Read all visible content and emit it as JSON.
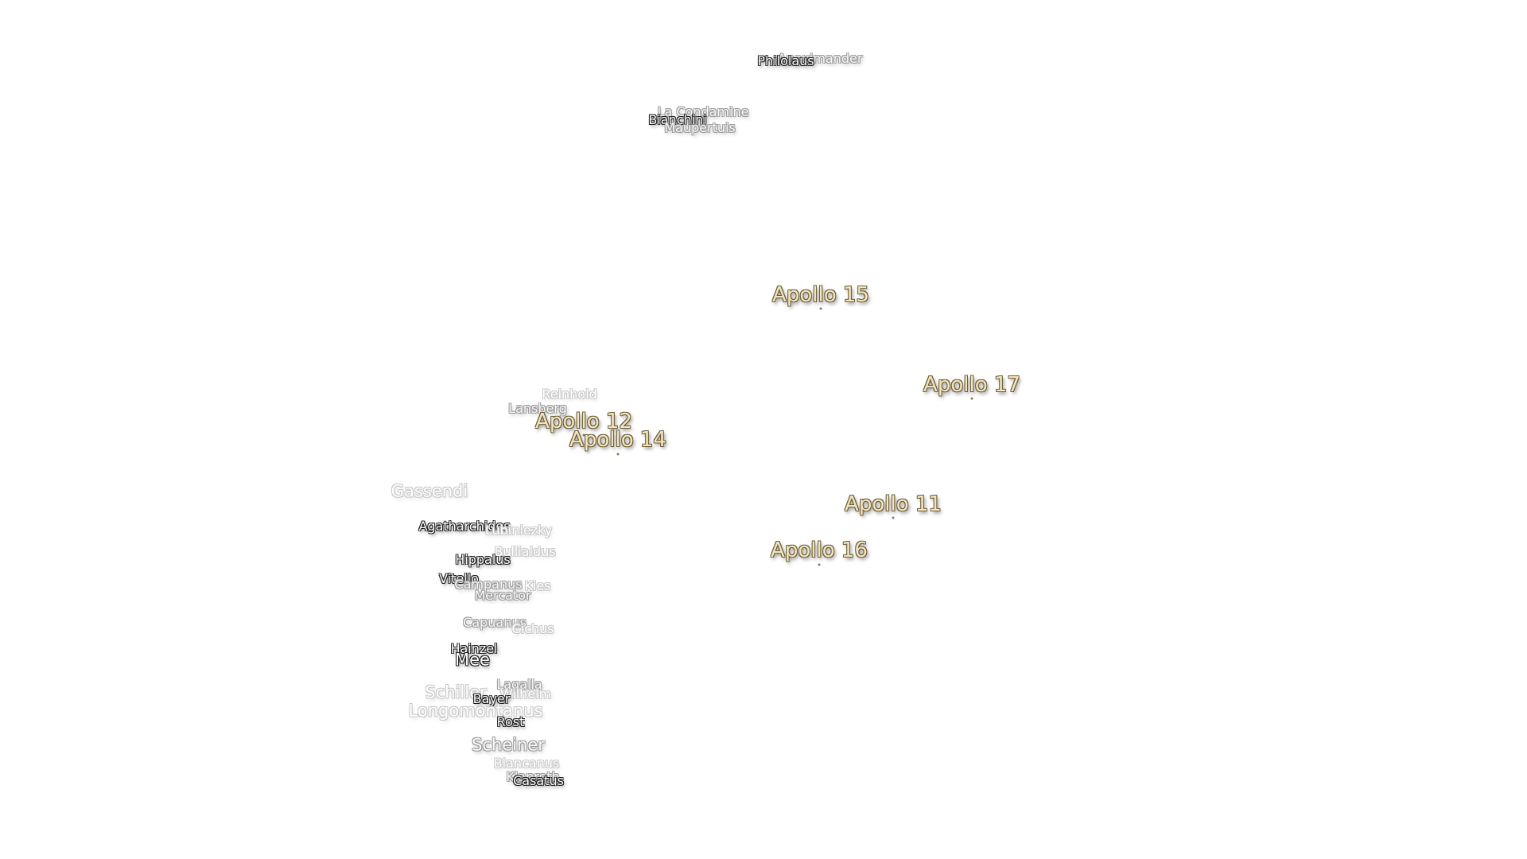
{
  "craters": [
    {
      "name": "Philolaus",
      "style": "strong"
    },
    {
      "name": "Anaximander",
      "style": "faint"
    },
    {
      "name": "La Condamine",
      "style": "mid"
    },
    {
      "name": "Bianchini",
      "style": "strong"
    },
    {
      "name": "Maupertuis",
      "style": "mid"
    },
    {
      "name": "Reinhold",
      "style": "faint"
    },
    {
      "name": "Lansberg",
      "style": "mid"
    },
    {
      "name": "Gassendi",
      "style": "faint"
    },
    {
      "name": "Agatharchides",
      "style": "strong"
    },
    {
      "name": "Lubiniezky",
      "style": "faint"
    },
    {
      "name": "Bullialdus",
      "style": "faint"
    },
    {
      "name": "Hippalus",
      "style": "strong"
    },
    {
      "name": "Vitello",
      "style": "strong"
    },
    {
      "name": "Campanus",
      "style": "mid"
    },
    {
      "name": "Kies",
      "style": "faint"
    },
    {
      "name": "Mercator",
      "style": "mid"
    },
    {
      "name": "Capuanus",
      "style": "mid"
    },
    {
      "name": "Cichus",
      "style": "faint"
    },
    {
      "name": "Hainzel",
      "style": "strong"
    },
    {
      "name": "Mee",
      "style": "strong"
    },
    {
      "name": "Lagalla",
      "style": "mid"
    },
    {
      "name": "Wilhelm",
      "style": "faint"
    },
    {
      "name": "Schiller",
      "style": "faint"
    },
    {
      "name": "Bayer",
      "style": "strong"
    },
    {
      "name": "Longomontanus",
      "style": "faint"
    },
    {
      "name": "Rost",
      "style": "strong"
    },
    {
      "name": "Scheiner",
      "style": "mid"
    },
    {
      "name": "Blancanus",
      "style": "faint"
    },
    {
      "name": "Klaproth",
      "style": "mid"
    },
    {
      "name": "Casatus",
      "style": "strong"
    }
  ],
  "apollo_sites": [
    {
      "name": "Apollo 15"
    },
    {
      "name": "Apollo 17"
    },
    {
      "name": "Apollo 12"
    },
    {
      "name": "Apollo 14"
    },
    {
      "name": "Apollo 11"
    },
    {
      "name": "Apollo 16"
    }
  ],
  "colors": {
    "apollo_text": "#f3e6bf",
    "apollo_outline": "#6b5d3a",
    "crater_outline": "#5a5a5a",
    "background": "#ffffff"
  }
}
